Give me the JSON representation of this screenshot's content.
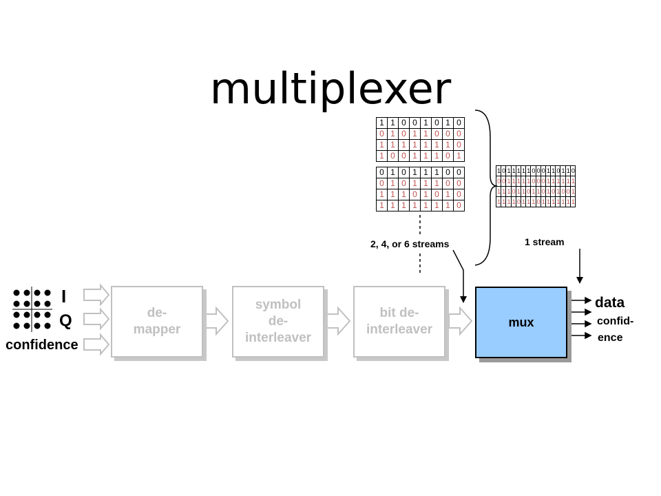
{
  "title": "multiplexer",
  "input_labels": {
    "i": "I",
    "q": "Q",
    "confidence": "confidence"
  },
  "blocks": {
    "demapper": [
      "de-",
      "mapper"
    ],
    "symbol_deinterleaver": [
      "symbol",
      "de-",
      "interleaver"
    ],
    "bit_deinterleaver": [
      "bit de-",
      "interleaver"
    ],
    "mux": "mux"
  },
  "outputs": {
    "data": "data",
    "confidence_line1": "confid-",
    "confidence_line2": "ence"
  },
  "annotations": {
    "multi_stream": "2, 4, or 6 streams",
    "single_stream": "1 stream"
  },
  "colors": {
    "accent_bits": "#c0504d",
    "mux_fill": "#99ccff",
    "inactive_block": "#c0c0c0"
  },
  "bit_table_1": [
    [
      "1",
      "1",
      "0",
      "0",
      "1",
      "0",
      "1",
      "0"
    ],
    [
      "0",
      "1",
      "0",
      "1",
      "1",
      "0",
      "0",
      "0"
    ],
    [
      "1",
      "1",
      "1",
      "1",
      "1",
      "1",
      "1",
      "0"
    ],
    [
      "1",
      "0",
      "0",
      "1",
      "1",
      "1",
      "0",
      "1"
    ]
  ],
  "bit_table_2": [
    [
      "0",
      "1",
      "0",
      "1",
      "1",
      "1",
      "0",
      "0"
    ],
    [
      "0",
      "1",
      "0",
      "1",
      "1",
      "1",
      "0",
      "0"
    ],
    [
      "1",
      "1",
      "1",
      "0",
      "1",
      "0",
      "1",
      "0"
    ],
    [
      "1",
      "1",
      "1",
      "1",
      "1",
      "1",
      "1",
      "0"
    ]
  ],
  "bit_table_3": [
    [
      "1",
      "0",
      "1",
      "1",
      "1",
      "1",
      "1",
      "0",
      "0",
      "0",
      "1",
      "1",
      "0",
      "1",
      "1",
      "0"
    ],
    [
      "0",
      "0",
      "1",
      "1",
      "1",
      "1",
      "1",
      "0",
      "0",
      "0",
      "1",
      "1",
      "1",
      "1",
      "1",
      "1"
    ],
    [
      "1",
      "1",
      "1",
      "0",
      "1",
      "1",
      "0",
      "1",
      "1",
      "0",
      "1",
      "0",
      "1",
      "0",
      "0",
      "1"
    ],
    [
      "1",
      "1",
      "1",
      "1",
      "0",
      "1",
      "1",
      "1",
      "0",
      "1",
      "1",
      "1",
      "1",
      "1",
      "1",
      "1"
    ]
  ]
}
